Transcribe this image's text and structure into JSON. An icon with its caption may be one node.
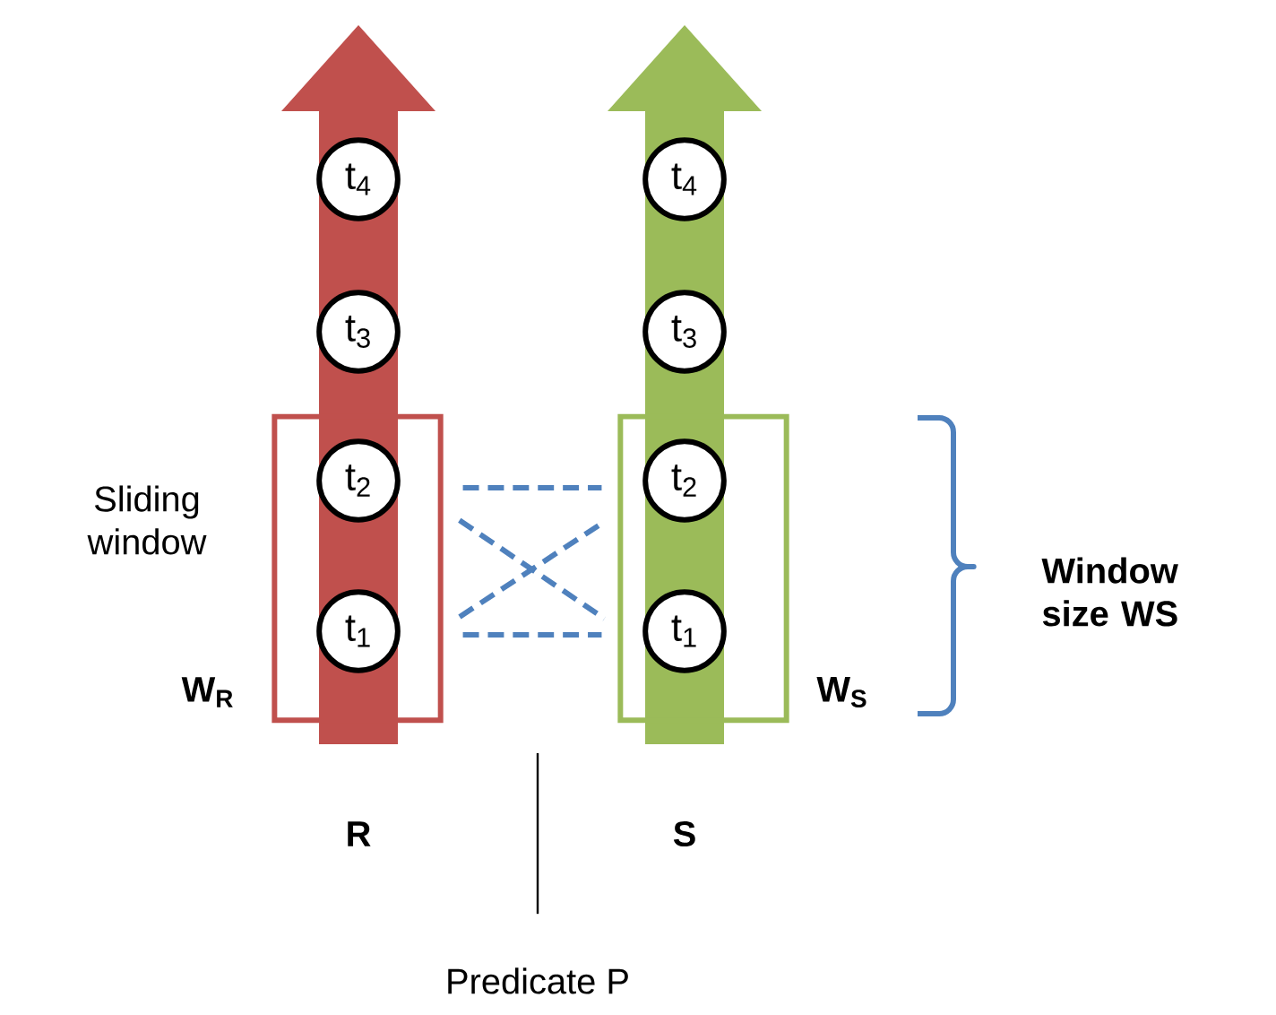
{
  "diagram": {
    "nodes": [
      {
        "text": [
          "t$_{4}$"
        ]
      },
      {
        "text": [
          "t$_{4}$"
        ]
      },
      {
        "text": [
          "t$_{3}$"
        ]
      },
      {
        "text": [
          "t$_{3}$"
        ]
      },
      {
        "text": [],
        "shape": "box",
        "beside": [
          "Sliding window",
          "W$_{R}$"
        ]
      },
      {
        "text": [
          "t$_{2}$"
        ],
        "in": 4
      },
      {
        "text": [
          "t$_{1}$"
        ],
        "in": 4
      },
      {
        "text": [],
        "shape": "box",
        "beside": [
          "W$_{S}$"
        ]
      },
      {
        "text": [
          "t$_{2}$"
        ],
        "in": 7
      },
      {
        "text": [
          "t$_{1}$"
        ],
        "in": 7
      },
      {
        "text": [
          "Predicate P"
        ]
      }
    ],
    "edges": [
      {
        "from": 4,
        "to": 7,
        "arrow": "none",
        "style": "dashed"
      },
      {
        "from": 4,
        "to": 7,
        "arrow": "none",
        "style": "dashed"
      },
      {
        "from": 4,
        "to": 7,
        "arrow": "none",
        "style": "dashed"
      },
      {
        "from": 4,
        "to": 7,
        "arrow": "none",
        "style": "dashed"
      },
      {
        "from": 10,
        "to": null,
        "arrow": "none",
        "color": "#000000"
      }
    ],
    "labels": [
      "Window size WS",
      "R",
      "S"
    ]
  }
}
